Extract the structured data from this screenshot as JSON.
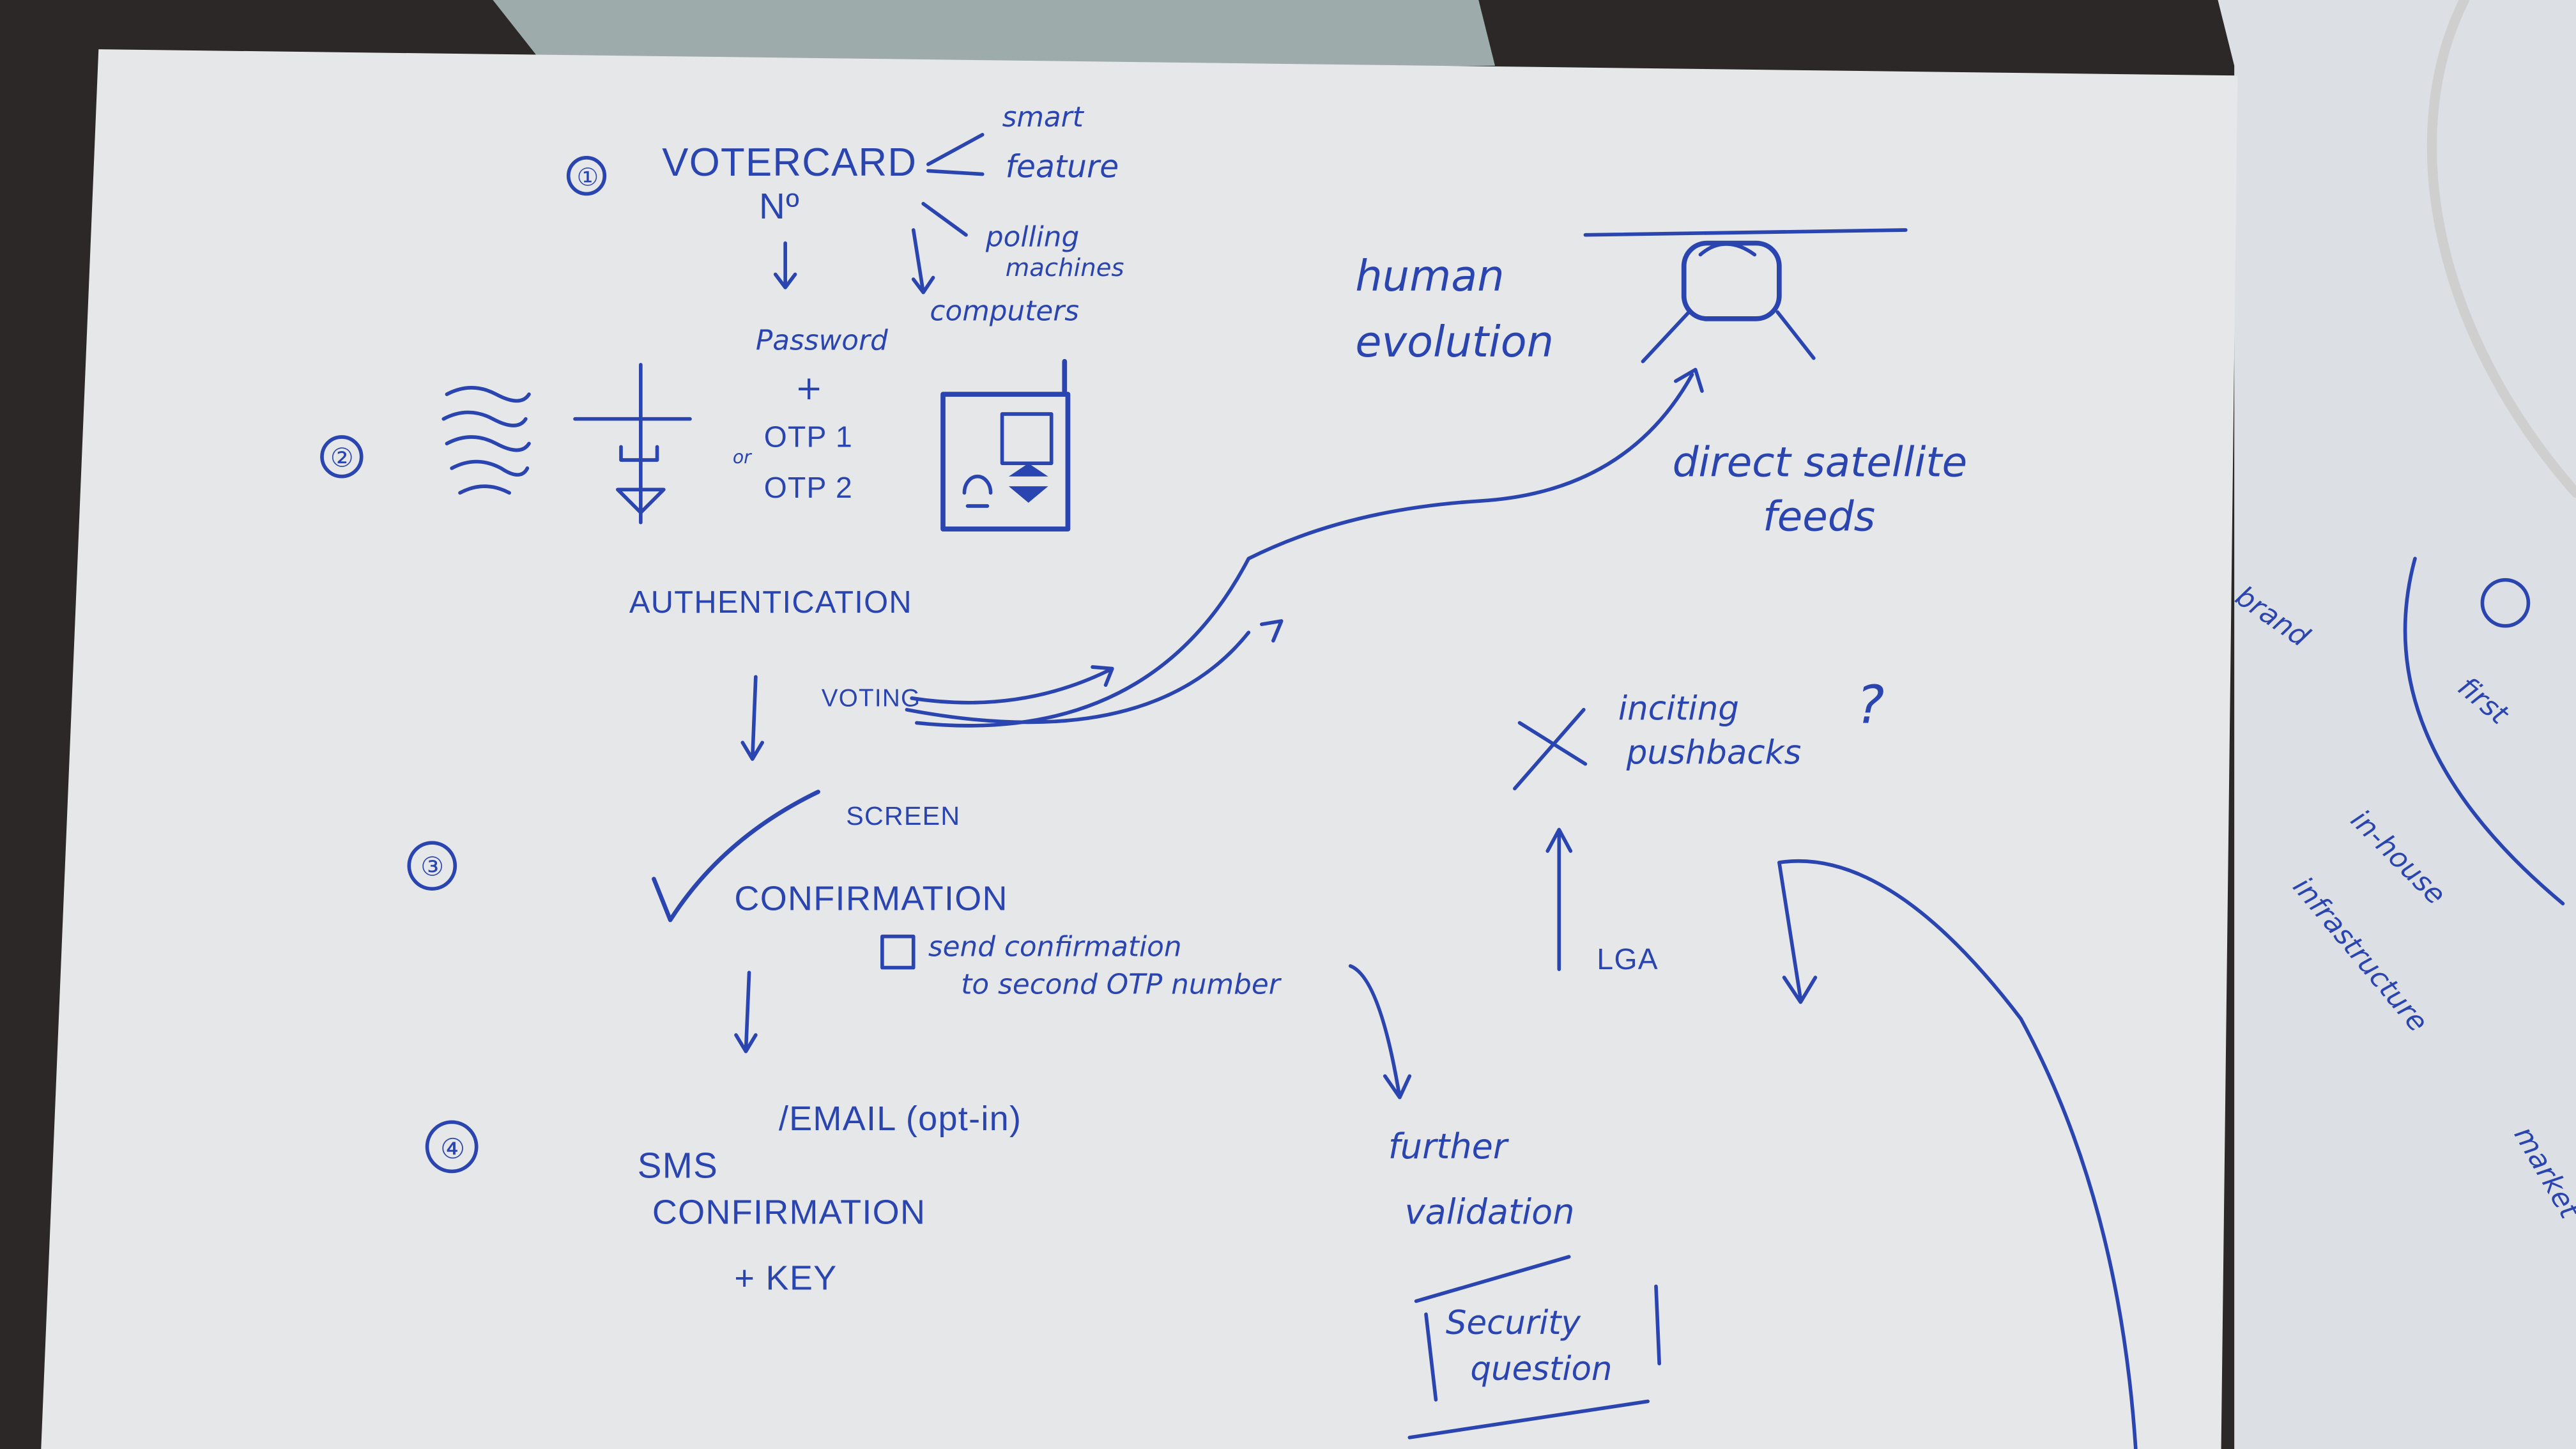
{
  "colors": {
    "ink": "#2a45b0",
    "paper": "#e6e7e9",
    "background": "#2b2827"
  },
  "steps": {
    "step1": {
      "number": "①",
      "title": "VOTERCARD",
      "subtitle": "Nº",
      "branches": [
        "smart",
        "feature",
        "polling",
        "machines",
        "computers"
      ]
    },
    "step2": {
      "number": "②",
      "password": "Password",
      "plus": "+",
      "otp1": "OTP 1",
      "or": "or",
      "otp2": "OTP 2",
      "label": "AUTHENTICATION"
    },
    "voting": "VOTING",
    "step3": {
      "number": "③",
      "screen": "SCREEN",
      "confirmation": "CONFIRMATION",
      "checkbox_line1": "send confirmation",
      "checkbox_line2": "to second OTP number"
    },
    "step4": {
      "number": "④",
      "sms": "SMS",
      "email": "/EMAIL (opt-in)",
      "confirmation": "CONFIRMATION",
      "key": "+ KEY"
    }
  },
  "side_notes": {
    "human": "human",
    "evolution": "evolution",
    "satellite": "direct satellite",
    "feeds": "feeds",
    "inciting": "inciting",
    "pushbacks": "pushbacks",
    "question_mark": "?",
    "lga": "LGA",
    "further": "further",
    "validation": "validation",
    "security": "Security",
    "question": "question"
  },
  "right_sheet": {
    "brand": "brand",
    "first": "first",
    "in_house": "in-house",
    "infrastructure": "infrastructure",
    "market": "market"
  }
}
